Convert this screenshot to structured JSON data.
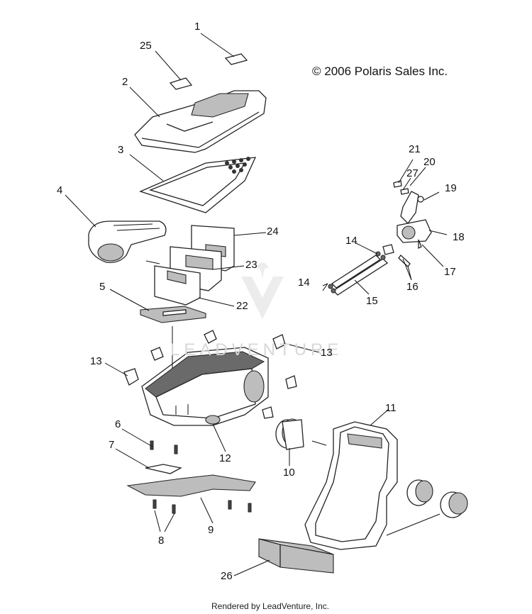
{
  "copyright": "© 2006 Polaris Sales Inc.",
  "watermark": "LEADVENTURE",
  "footer": "Rendered by LeadVenture, Inc.",
  "callouts": [
    "1",
    "25",
    "2",
    "3",
    "4",
    "24",
    "23",
    "5",
    "22",
    "13",
    "13",
    "6",
    "7",
    "12",
    "10",
    "11",
    "9",
    "8",
    "26",
    "21",
    "27",
    "20",
    "19",
    "14",
    "18",
    "14",
    "17",
    "16",
    "15"
  ]
}
